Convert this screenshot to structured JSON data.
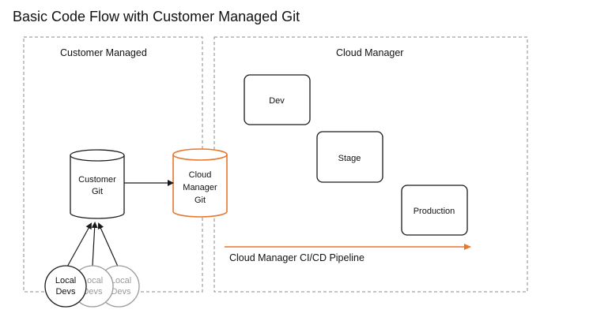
{
  "title": "Basic Code Flow with Customer Managed Git",
  "panels": {
    "customer_managed": {
      "label": "Customer Managed"
    },
    "cloud_manager": {
      "label": "Cloud Manager"
    }
  },
  "nodes": {
    "customer_git": {
      "line1": "Customer",
      "line2": "Git"
    },
    "cloud_manager_git": {
      "line1": "Cloud",
      "line2": "Manager",
      "line3": "Git"
    },
    "dev": {
      "label": "Dev"
    },
    "stage": {
      "label": "Stage"
    },
    "production": {
      "label": "Production"
    },
    "local_devs": [
      {
        "line1": "Local",
        "line2": "Devs"
      },
      {
        "line1": "Local",
        "line2": "Devs"
      },
      {
        "line1": "Local",
        "line2": "Devs"
      }
    ]
  },
  "pipeline": {
    "label": "Cloud Manager CI/CD Pipeline"
  },
  "colors": {
    "accent": "#e8762d",
    "stroke": "#1a1a1a",
    "dashed": "#8a8a8a",
    "faded": "#9a9a9a"
  }
}
